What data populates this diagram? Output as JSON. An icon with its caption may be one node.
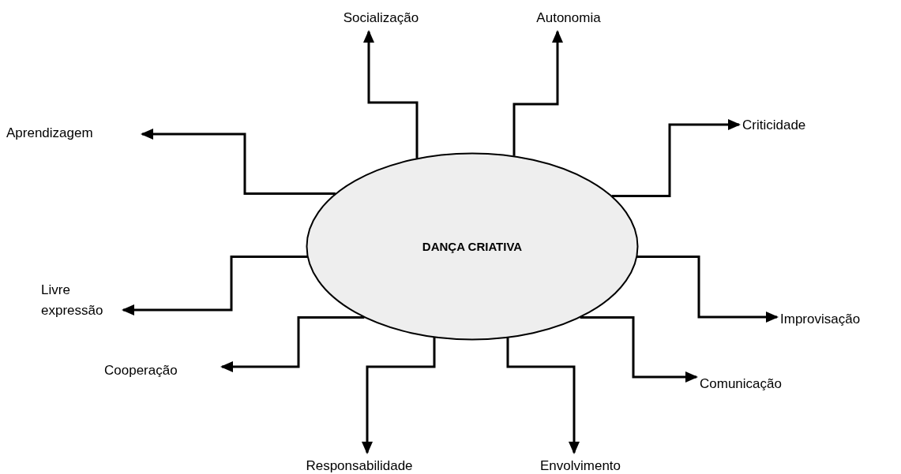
{
  "diagram": {
    "nodes": [
      {
        "text": [
          "DANÇA CRIATIVA"
        ]
      },
      {
        "text": [
          "Socialização"
        ]
      },
      {
        "text": [
          "Autonomia"
        ]
      },
      {
        "text": [
          "Aprendizagem"
        ]
      },
      {
        "text": [
          "Criticidade"
        ]
      },
      {
        "text": [
          "Livre expressão"
        ]
      },
      {
        "text": [
          "Improvisação"
        ]
      },
      {
        "text": [
          "Cooperação"
        ]
      },
      {
        "text": [
          "Comunicação"
        ]
      },
      {
        "text": [
          "Responsabilidade"
        ]
      },
      {
        "text": [
          "Envolvimento"
        ]
      }
    ],
    "edges": [
      {
        "from": 0,
        "to": 1,
        "arrow": "to"
      },
      {
        "from": 0,
        "to": 2,
        "arrow": "to"
      },
      {
        "from": 0,
        "to": 3,
        "arrow": "to"
      },
      {
        "from": 0,
        "to": 4,
        "arrow": "to"
      },
      {
        "from": 0,
        "to": 5,
        "arrow": "to"
      },
      {
        "from": 0,
        "to": 6,
        "arrow": "to"
      },
      {
        "from": 0,
        "to": 7,
        "arrow": "to"
      },
      {
        "from": 0,
        "to": 8,
        "arrow": "to"
      },
      {
        "from": 0,
        "to": 9,
        "arrow": "to"
      },
      {
        "from": 0,
        "to": 10,
        "arrow": "to"
      }
    ]
  }
}
